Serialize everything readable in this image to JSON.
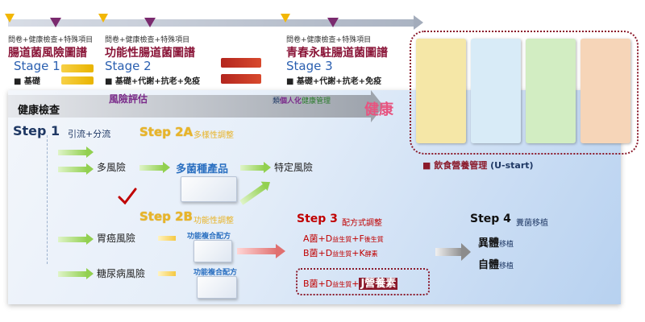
{
  "stages": [
    {
      "label_small": "問卷+健康檢查+特殊項目",
      "title": "腸道菌風險圖譜",
      "stage": "Stage 1",
      "bullet": "■ 基礎"
    },
    {
      "label_small": "問卷+健康檢查+特殊項目",
      "title": "功能性腸道菌圖譜",
      "stage": "Stage 2",
      "bullet": "■ 基礎+代謝+抗老+免疫"
    },
    {
      "label_small": "問卷+健康檢查+特殊項目",
      "title": "青春永駐腸道菌圖譜",
      "stage": "Stage 3",
      "bullet": "■ 基礎+代謝+抗老+免疫"
    }
  ],
  "flow": {
    "health_check": "健康檢查",
    "risk_eval": "風險評估",
    "personal_mgmt_prefix": "類",
    "personal_mgmt_bold": "個人化",
    "personal_mgmt_suffix": "健康管理",
    "health": "健康"
  },
  "step1": {
    "title": "Step 1",
    "sub": "引流+分流"
  },
  "step2a": {
    "title": "Step 2A",
    "sub": "多樣性調整"
  },
  "step2b": {
    "title": "Step 2B",
    "sub": "功能性調整"
  },
  "risks": {
    "multi": "多風險",
    "specific": "特定風險",
    "gastric": "胃癌風險",
    "diabetes": "糖尿病風險"
  },
  "products": {
    "multi_strain": "多菌種產品",
    "compound1": "功能複合配方",
    "compound2": "功能複合配方"
  },
  "step3": {
    "title": "Step 3",
    "sub": "配方式調整",
    "f1": {
      "a": "A菌",
      "plus1": "+",
      "d": "D",
      "d_sub": "益生質",
      "plus2": "+",
      "x": "F",
      "x_sub": "後生質"
    },
    "f2": {
      "a": "B菌",
      "plus1": "+",
      "d": "D",
      "d_sub": "益生質",
      "plus2": "+",
      "x": "K",
      "x_sub": "酵素"
    },
    "f3": {
      "a": "B菌",
      "plus1": "+",
      "d": "D",
      "d_sub": "益生質",
      "plus2": "+",
      "x": "J營養素"
    }
  },
  "step4": {
    "title": "Step 4",
    "sub": "糞菌移植",
    "items": [
      {
        "main": "異體",
        "sub": "移植"
      },
      {
        "main": "自體",
        "sub": "移植"
      }
    ]
  },
  "nutrition": {
    "label": "飲食營養管理",
    "paren": "(U-start)",
    "bullet": "■"
  },
  "colors": {
    "accent_red": "#c00000",
    "title_red": "#8a1538",
    "gold": "#e8b42a",
    "navy": "#1f3864",
    "green": "#92d050"
  }
}
